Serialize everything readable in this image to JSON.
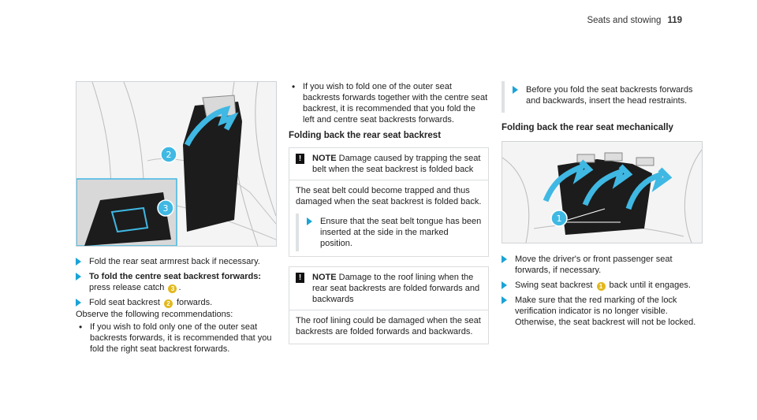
{
  "header": {
    "section": "Seats and stowing",
    "page": "119"
  },
  "col1": {
    "steps": [
      {
        "text": "Fold the rear seat armrest back if necessary."
      },
      {
        "bold": "To fold the centre seat backrest forwards:",
        "text_before": " press release catch ",
        "badge": "3",
        "text_after": "."
      },
      {
        "text_before": "Fold seat backrest ",
        "badge": "2",
        "text_after": " forwards."
      }
    ],
    "observe": "Observe the following recommendations:",
    "bullets": [
      "If you wish to fold only one of the outer seat backrests forwards, it is recommended that you fold the right seat backrest forwards."
    ]
  },
  "col2": {
    "bullets": [
      "If you wish to fold one of the outer seat backrests forwards together with the centre seat backrest, it is recommended that you fold the left and centre seat backrests forwards."
    ],
    "heading": "Folding back the rear seat backrest",
    "note1": {
      "label": "NOTE",
      "title": "Damage caused by trapping the seat belt when the seat backrest is folded back",
      "body": "The seat belt could become trapped and thus damaged when the seat backrest is folded back.",
      "step": "Ensure that the seat belt tongue has been inserted at the side in the marked position."
    },
    "note2": {
      "label": "NOTE",
      "title": "Damage to the roof lining when the rear seat backrests are folded forwards and backwards",
      "body": "The roof lining could be damaged when the seat backrests are folded forwards and backwards."
    }
  },
  "col3": {
    "top_step": "Before you fold the seat backrests forwards and backwards, insert the head restraints.",
    "heading": "Folding back the rear seat mechanically",
    "steps": [
      {
        "text": "Move the driver's or front passenger seat forwards, if necessary."
      },
      {
        "text_before": "Swing seat backrest ",
        "badge": "1",
        "text_after": " back until it engages."
      },
      {
        "text": "Make sure that the red marking of the lock verification indicator is no longer visible. Otherwise, the seat backrest will not be locked."
      }
    ]
  },
  "figures": {
    "fig1_callouts": [
      "2",
      "3"
    ],
    "fig2_callouts": [
      "1"
    ],
    "accent": "#1aa3d6",
    "highlight": "#3fb8e3",
    "badge_color": "#e2b91d"
  }
}
